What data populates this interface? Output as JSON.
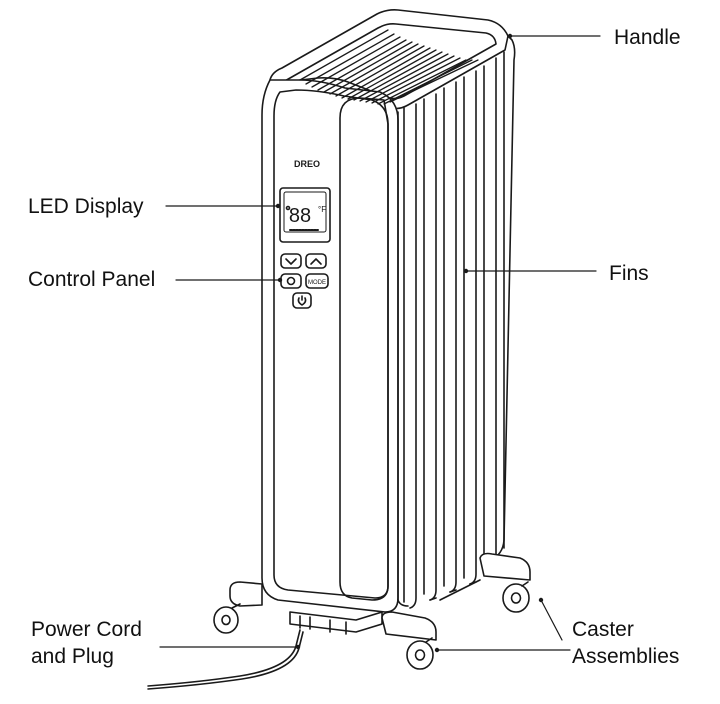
{
  "brand": "DREO",
  "display": {
    "digits": "88",
    "unit": "°F"
  },
  "buttons": {
    "mode": "MODE"
  },
  "labels": {
    "handle": "Handle",
    "led_display": "LED Display",
    "control_panel": "Control Panel",
    "fins": "Fins",
    "power_cord_line1": "Power Cord",
    "power_cord_line2": "and Plug",
    "caster_line1": "Caster",
    "caster_line2": "Assemblies"
  },
  "colors": {
    "line": "#1a1a1a",
    "background": "#ffffff"
  }
}
